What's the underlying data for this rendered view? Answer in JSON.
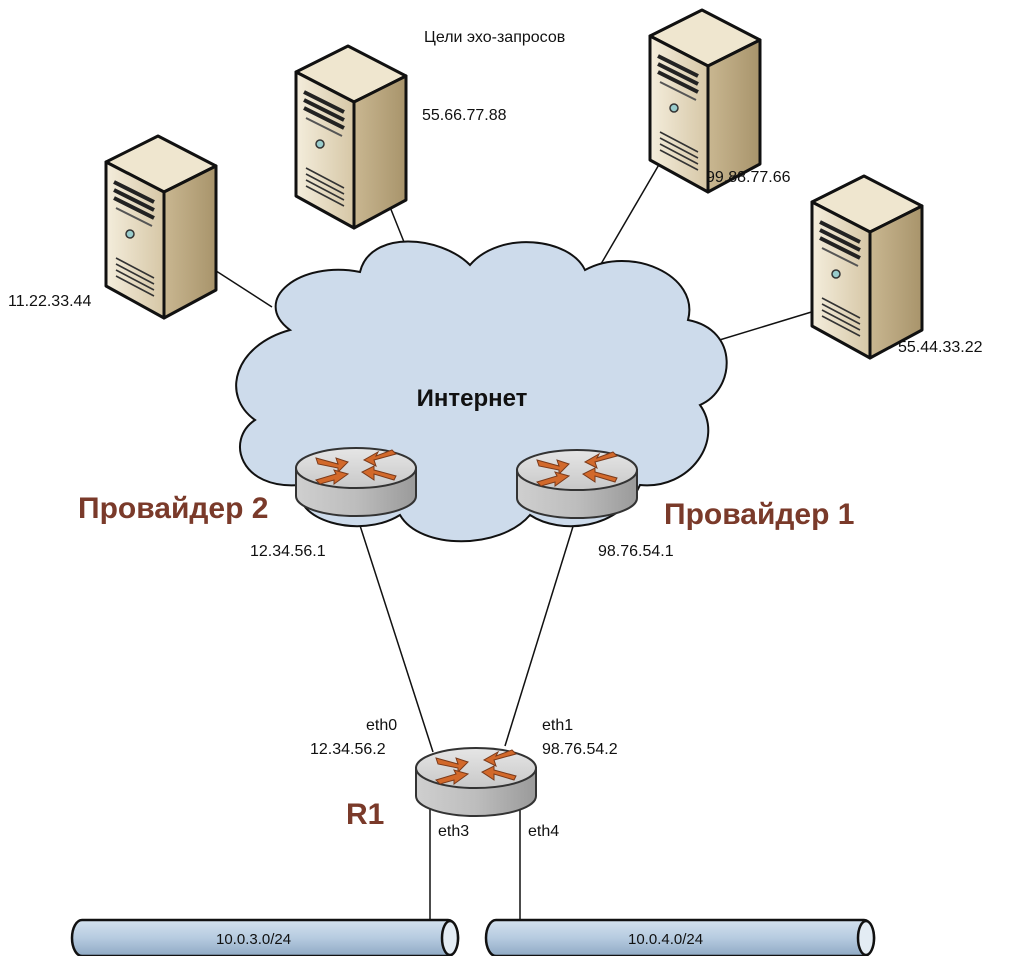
{
  "title": "Цели эхо-запросов",
  "cloud": {
    "label": "Интернет"
  },
  "servers": {
    "s1": {
      "ip": "11.22.33.44"
    },
    "s2": {
      "ip": "55.66.77.88"
    },
    "s3": {
      "ip": "99.88.77.66"
    },
    "s4": {
      "ip": "55.44.33.22"
    }
  },
  "providers": {
    "p2": {
      "name": "Провайдер 2",
      "ip": "12.34.56.1"
    },
    "p1": {
      "name": "Провайдер 1",
      "ip": "98.76.54.1"
    }
  },
  "router": {
    "name": "R1",
    "eth0": {
      "name": "eth0",
      "ip": "12.34.56.2"
    },
    "eth1": {
      "name": "eth1",
      "ip": "98.76.54.2"
    },
    "eth3": {
      "name": "eth3"
    },
    "eth4": {
      "name": "eth4"
    }
  },
  "networks": {
    "n3": {
      "label": "10.0.3.0/24"
    },
    "n4": {
      "label": "10.0.4.0/24"
    }
  },
  "colors": {
    "cloud_fill": "#cddbeb",
    "provider_label": "#7a3a2a",
    "router_arrow": "#d2692b",
    "pipe_fill": "#b6cbe0"
  }
}
